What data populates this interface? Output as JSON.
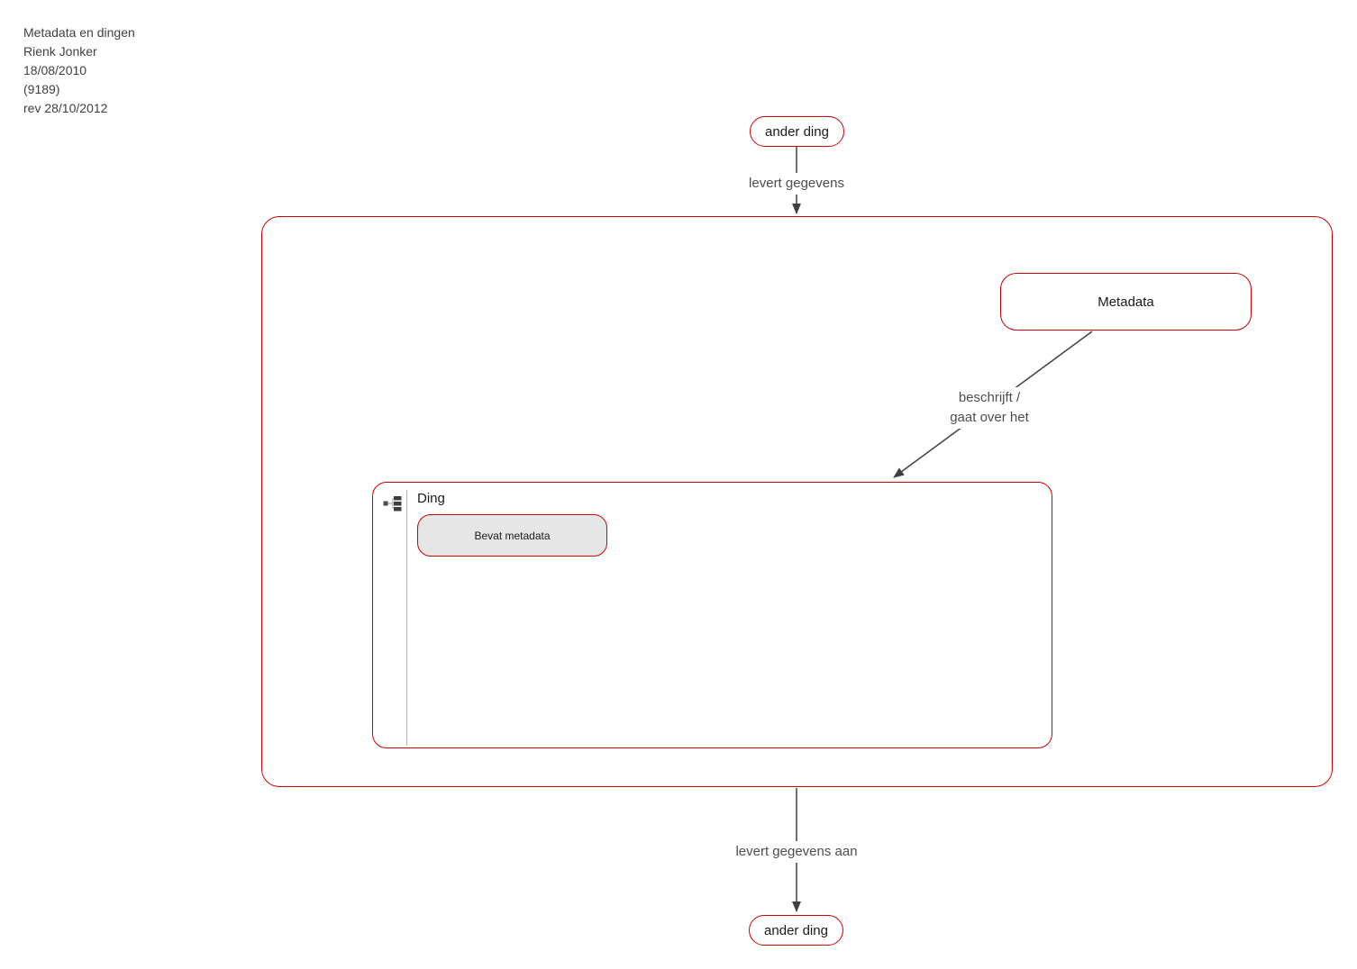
{
  "title_block": {
    "lines": [
      "Metadata en dingen",
      "Rienk Jonker",
      "18/08/2010",
      "(9189)",
      "rev 28/10/2012"
    ]
  },
  "nodes": {
    "ander_ding_top": {
      "label": "ander ding"
    },
    "metadata": {
      "label": "Metadata"
    },
    "ding": {
      "label": "Ding",
      "icon": "hierarchy-tree-icon"
    },
    "bevat_metadata": {
      "label": "Bevat metadata"
    },
    "ander_ding_bottom": {
      "label": "ander ding"
    }
  },
  "edges": {
    "levert_gegevens": {
      "label": "levert gegevens",
      "from": "ander_ding_top",
      "to": "container"
    },
    "beschrijft": {
      "lines": [
        "beschrijft /",
        "gaat over het"
      ],
      "from": "metadata",
      "to": "ding"
    },
    "levert_gegevens_aan": {
      "label": "levert gegevens aan",
      "from": "container",
      "to": "ander_ding_bottom"
    }
  },
  "colors": {
    "node_border": "#cc0000",
    "node_fill": "#ffffff",
    "bevat_fill": "#e6e6e6",
    "arrow": "#404040",
    "edge_label_text": "#4d4d4d",
    "title_text": "#404040",
    "divider": "#b3b3b3"
  }
}
